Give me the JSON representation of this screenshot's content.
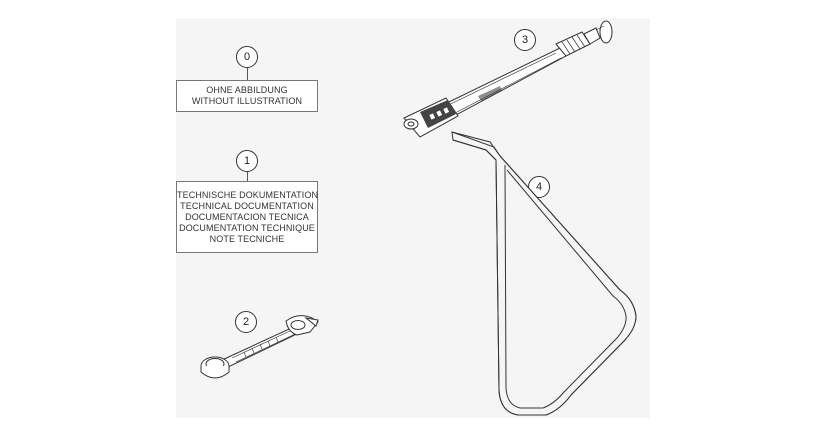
{
  "items": [
    {
      "number": "0",
      "lines": [
        "OHNE ABBILDUNG",
        "WITHOUT ILLUSTRATION"
      ]
    },
    {
      "number": "1",
      "lines": [
        "TECHNISCHE DOKUMENTATION",
        "TECHNICAL DOCUMENTATION",
        "DOCUMENTACION TECNICA",
        "DOCUMENTATION TECHNIQUE",
        "NOTE TECNICHE"
      ]
    },
    {
      "number": "2",
      "part_icon": "wrench-icon"
    },
    {
      "number": "3",
      "part_icon": "torque-wrench-icon"
    },
    {
      "number": "4",
      "part_icon": "stand-icon"
    }
  ],
  "colors": {
    "panel_bg": "#f5f5f5",
    "line": "#333333"
  }
}
